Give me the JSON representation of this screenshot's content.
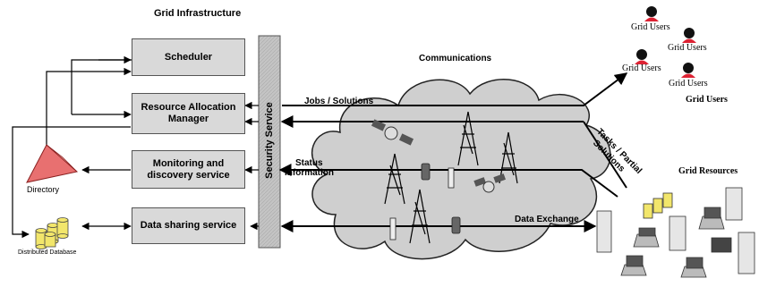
{
  "title": "Grid Infrastructure",
  "services": {
    "scheduler": "Scheduler",
    "resource_allocation_1": "Resource Allocation",
    "resource_allocation_2": "Manager",
    "monitoring_1": "Monitoring and",
    "monitoring_2": "discovery service",
    "data_sharing": "Data sharing service",
    "security": "Security Service"
  },
  "left": {
    "directory": "Directory",
    "database": "Distributed Database"
  },
  "communications": {
    "title": "Communications",
    "jobs": "Jobs / Solutions",
    "status_1": "Status",
    "status_2": "Information",
    "data_exchange": "Data Exchange",
    "tasks_1": "Tasks / Partial",
    "tasks_2": "Solutions"
  },
  "users": {
    "user_label": "Grid Users",
    "group_label": "Grid Users"
  },
  "resources": {
    "group_label": "Grid Resources"
  },
  "colors": {
    "box_fill": "#d9d9d9",
    "cloud_fill": "#cfcfcf",
    "security_fill": "#bfbfbf",
    "directory_fill": "#e87070",
    "database_fill": "#f2e66b"
  }
}
